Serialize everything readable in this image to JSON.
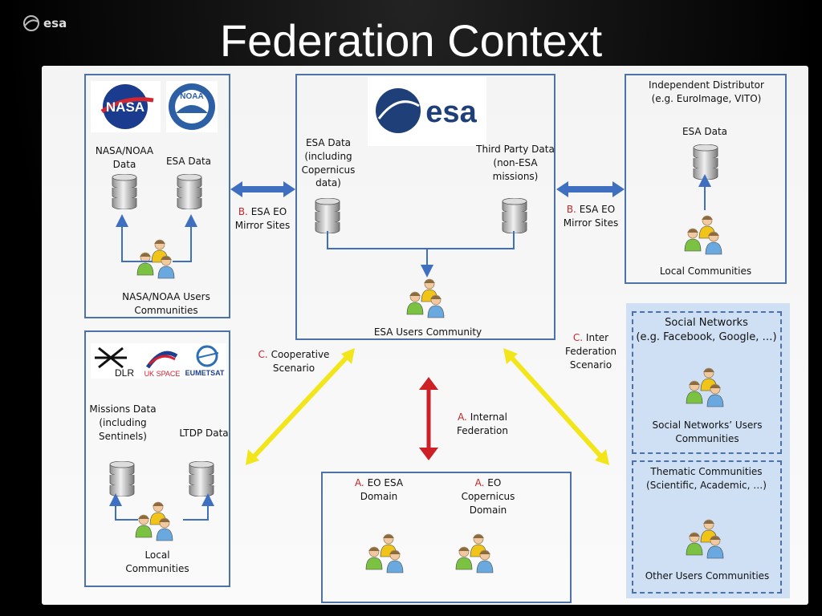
{
  "header": {
    "brand": "esa",
    "title": "Federation Context"
  },
  "logos": {
    "nasa": "NASA",
    "noaa": "NOAA",
    "esa_main": "esa",
    "dlr": "DLR",
    "ukspace": "UK SPACE",
    "eumetsat": "EUMETSAT"
  },
  "labels": {
    "nasa_noaa_data": "NASA/NOAA\nData",
    "esa_data_left": "ESA Data",
    "esa_data_center": "ESA Data\n(including\nCopernicus\ndata)",
    "third_party": "Third Party Data\n(non-ESA\nmissions)",
    "b_left_prefix": "B.",
    "b_left_text": " ESA EO\nMirror Sites",
    "b_right_prefix": "B.",
    "b_right_text": " ESA EO\nMirror Sites",
    "nasa_users": "NASA/NOAA Users\nCommunities",
    "independent": "Independent Distributor\n(e.g. EuroImage, VITO)",
    "esa_data_right": "ESA Data",
    "local_comm_right": "Local Communities",
    "esa_users": "ESA Users Community",
    "c_inter_prefix": "C.",
    "c_inter_text": " Inter\nFederation\nScenario",
    "c_coop_prefix": "C.",
    "c_coop_text": " Cooperative\nScenario",
    "missions": "Missions Data\n(including\nSentinels)",
    "ltdp": "LTDP Data",
    "local_comm_left": "Local\nCommunities",
    "a_internal_prefix": "A.",
    "a_internal_text": " Internal\nFederation",
    "a_eo_esa_prefix": "A.",
    "a_eo_esa_text": " EO ESA\nDomain",
    "a_eo_cop_prefix": "A.",
    "a_eo_cop_text": " EO\nCopernicus\nDomain",
    "social_networks": "Social Networks\n(e.g. Facebook, Google, …)",
    "social_users": "Social Networks’ Users\nCommunities",
    "thematic": "Thematic Communities\n(Scientific, Academic, …)",
    "other_users": "Other Users Communities"
  },
  "colors": {
    "box_border": "#4d72a8",
    "arrow_blue": "#3f6fc0",
    "arrow_yellow": "#f2e61a",
    "arrow_red": "#cc1f26",
    "accent_red": "#c0282c",
    "shaded_fill": "#cfe0f5"
  }
}
